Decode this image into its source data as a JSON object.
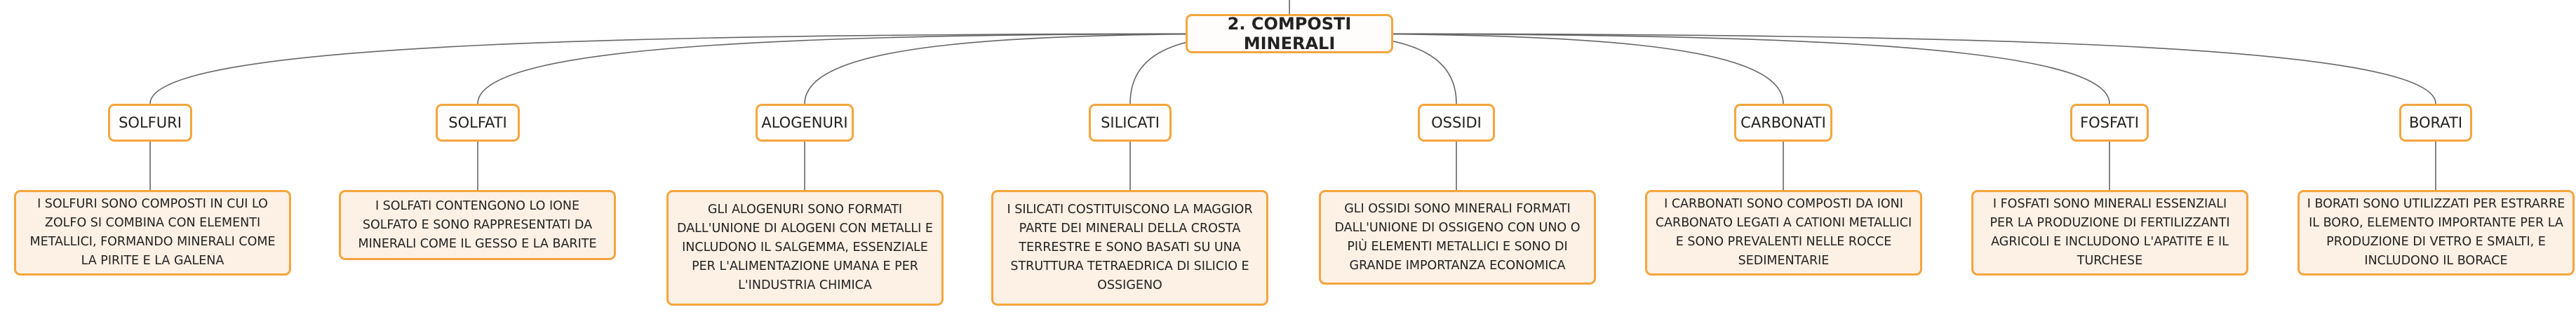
{
  "colors": {
    "border": "#f4a53e",
    "desc_fill": "#fdf0e4",
    "line": "#666666",
    "text": "#222222"
  },
  "root": {
    "title": "2. COMPOSTI MINERALI"
  },
  "minerals": [
    {
      "name": "SOLFURI",
      "description": "I SOLFURI SONO COMPOSTI IN CUI LO ZOLFO SI COMBINA CON ELEMENTI METALLICI, FORMANDO MINERALI COME LA PIRITE E LA GALENA"
    },
    {
      "name": "SOLFATI",
      "description": "I SOLFATI CONTENGONO LO IONE SOLFATO E SONO RAPPRESENTATI DA MINERALI COME IL GESSO E LA BARITE"
    },
    {
      "name": "ALOGENURI",
      "description": "GLI ALOGENURI SONO FORMATI DALL'UNIONE DI ALOGENI CON METALLI E INCLUDONO IL SALGEMMA, ESSENZIALE PER L'ALIMENTAZIONE UMANA E PER L'INDUSTRIA CHIMICA"
    },
    {
      "name": "SILICATI",
      "description": "I SILICATI COSTITUISCONO LA MAGGIOR PARTE DEI MINERALI DELLA CROSTA TERRESTRE E SONO BASATI SU UNA STRUTTURA TETRAEDRICA DI SILICIO E OSSIGENO"
    },
    {
      "name": "OSSIDI",
      "description": "GLI OSSIDI SONO MINERALI FORMATI DALL'UNIONE DI OSSIGENO CON UNO O PIÙ ELEMENTI METALLICI E SONO DI GRANDE IMPORTANZA ECONOMICA"
    },
    {
      "name": "CARBONATI",
      "description": "I CARBONATI SONO COMPOSTI DA IONI CARBONATO LEGATI A CATIONI METALLICI E SONO PREVALENTI NELLE ROCCE SEDIMENTARIE"
    },
    {
      "name": "FOSFATI",
      "description": "I FOSFATI SONO MINERALI ESSENZIALI PER LA PRODUZIONE DI FERTILIZZANTI AGRICOLI E INCLUDONO L'APATITE E IL TURCHESE"
    },
    {
      "name": "BORATI",
      "description": "I BORATI SONO UTILIZZATI PER ESTRARRE IL BORO, ELEMENTO IMPORTANTE PER LA PRODUZIONE DI VETRO E SMALTI, E INCLUDONO IL BORACE"
    }
  ]
}
